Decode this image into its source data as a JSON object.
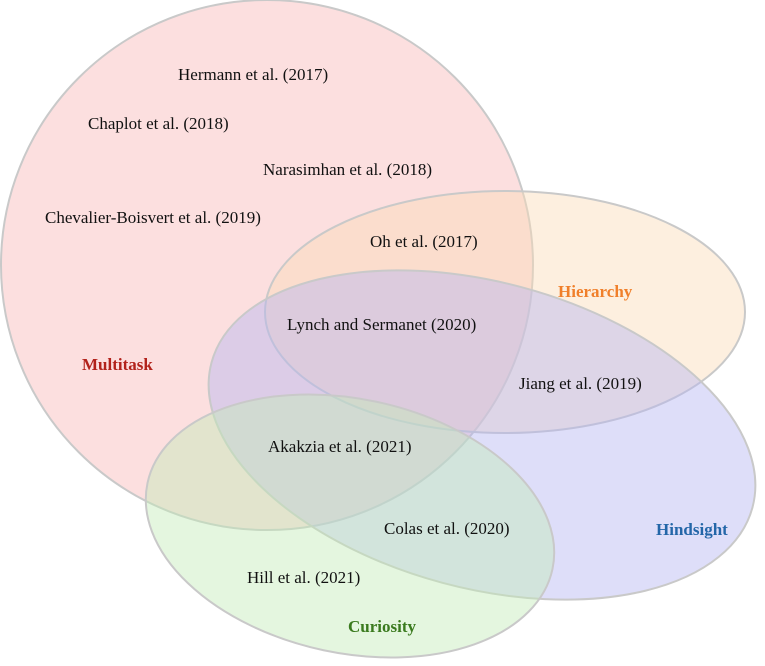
{
  "sets": [
    {
      "id": "multitask",
      "label": "Multitask",
      "color": "#b2221b",
      "fill": "#f9b9b9"
    },
    {
      "id": "hierarchy",
      "label": "Hierarchy",
      "color": "#f07f2a",
      "fill": "#fbdcb8"
    },
    {
      "id": "hindsight",
      "label": "Hindsight",
      "color": "#2366a8",
      "fill": "#b6b5f2"
    },
    {
      "id": "curiosity",
      "label": "Curiosity",
      "color": "#3a7a1e",
      "fill": "#c4ecb8"
    }
  ],
  "papers": [
    {
      "id": "hermann",
      "text": "Hermann et al. (2017)",
      "sets": [
        "multitask"
      ]
    },
    {
      "id": "chaplot",
      "text": "Chaplot et al. (2018)",
      "sets": [
        "multitask"
      ]
    },
    {
      "id": "narasimhan",
      "text": "Narasimhan et al. (2018)",
      "sets": [
        "multitask"
      ]
    },
    {
      "id": "chevalier",
      "text": "Chevalier-Boisvert et al. (2019)",
      "sets": [
        "multitask"
      ]
    },
    {
      "id": "oh",
      "text": "Oh et al. (2017)",
      "sets": [
        "multitask",
        "hierarchy"
      ]
    },
    {
      "id": "lynch",
      "text": "Lynch and Sermanet (2020)",
      "sets": [
        "multitask",
        "hierarchy",
        "hindsight"
      ]
    },
    {
      "id": "jiang",
      "text": "Jiang et al. (2019)",
      "sets": [
        "hierarchy",
        "hindsight"
      ]
    },
    {
      "id": "akakzia",
      "text": "Akakzia et al. (2021)",
      "sets": [
        "multitask",
        "hindsight",
        "curiosity"
      ]
    },
    {
      "id": "colas",
      "text": "Colas et al. (2020)",
      "sets": [
        "hindsight",
        "curiosity"
      ]
    },
    {
      "id": "hill",
      "text": "Hill et al. (2021)",
      "sets": [
        "curiosity"
      ]
    }
  ]
}
